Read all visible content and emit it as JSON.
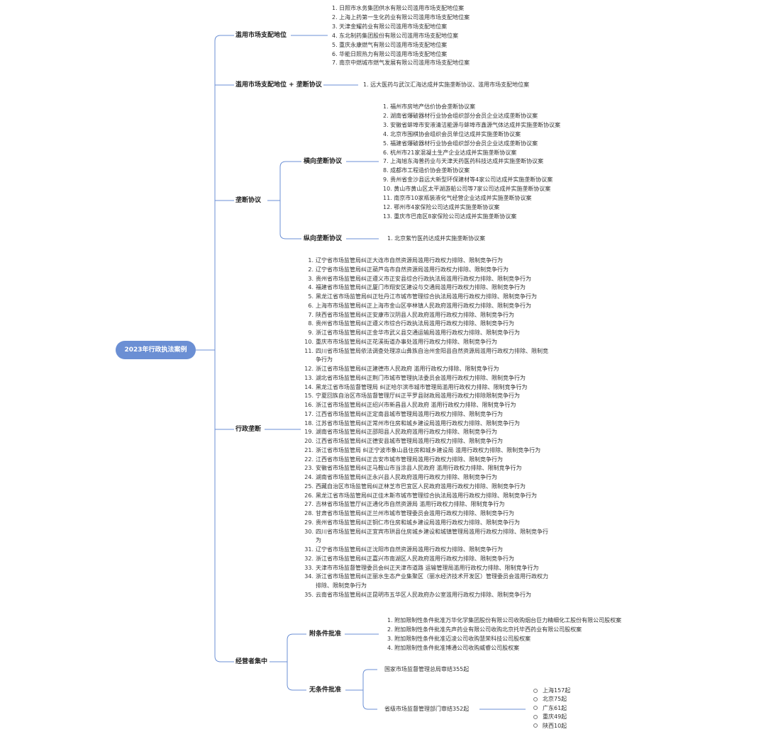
{
  "root": "2023年行政执法案例",
  "abuse": {
    "label": "滥用市场支配地位",
    "items": [
      "1. 日照市水务集团供水有限公司滥用市场支配地位案",
      "2. 上海上药第一生化药业有限公司滥用市场支配地位案",
      "3. 天津金耀药业有限公司滥用市场支配地位案",
      "4. 东北制药集团股份有限公司滥用市场支配地位案",
      "5. 重庆永康燃气有限公司滥用市场支配地位案",
      "6. 华能日照热力有限公司滥用市场支配地位案",
      "7. 南京中燃城市燃气发展有限公司滥用市场支配地位案"
    ]
  },
  "abuse_mono": {
    "label": "滥用市场支配地位 + 垄断协议",
    "items": [
      "1. 远大医药与武汉汇海达成并实施垄断协议、滥用市场支配地位案"
    ]
  },
  "mono": {
    "label": "垄断协议",
    "horizontal": {
      "label": "横向垄断协议",
      "items": [
        "1. 福州市房地产估价协会垄断协议案",
        "2. 湖南省爆破器材行业协会组织部分会员企业达成垄断协议案",
        "3. 安徽省蚌埠市安液清洁能源与蚌埠市鑫源气体达成并实施垄断协议案",
        "4. 北京市围棋协会组织会员单位达成并实施垄断协议案",
        "5. 福建省爆破器材行业协会组织部分会员企业达成垄断协议案",
        "6. 杭州市21家混凝土生产企业达成并实施垄断协议案",
        "7. 上海旭东海普药业与天津天药医药科技达成并实施垄断协议案",
        "8. 成都市工程造价协会垄断协议案",
        "9. 贵州省金沙县远大新型环保建材等4家公司达成并实施垄断协议案",
        "10. 黄山市黄山区太平湖游船公司等7家公司达成并实施垄断协议案",
        "11. 南京市10家瓶装液化气经营企业达成并实施垄断协议案",
        "12. 鄂州市4家保险公司达成并实施垄断协议案",
        "13. 重庆市巴南区8家保险公司达成并实施垄断协议案"
      ]
    },
    "vertical": {
      "label": "纵向垄断协议",
      "items": [
        "1. 北京紫竹医药达成并实施垄断协议案"
      ]
    }
  },
  "admin": {
    "label": "行政垄断",
    "items": [
      [
        "1.",
        "辽宁省市场监管局纠正大连市自然资源局滥用行政权力排除、限制竞争行为"
      ],
      [
        "2.",
        "辽宁省市场监管局纠正葫芦岛市自然资源局滥用行政权力排除、限制竞争行为"
      ],
      [
        "3.",
        "贵州省市场监管局纠正遵义市正安县综合行政执法局滥用行政权力排除、限制竞争行为"
      ],
      [
        "4.",
        "福建省市场监管局纠正厦门市翔安区建设与交通局滥用行政权力排除、限制竞争行为"
      ],
      [
        "5.",
        "黑龙江省市场监管局纠正牡丹江市城市管理综合执法局滥用行政权力排除、限制竞争行为"
      ],
      [
        "6.",
        "上海市市场监管局纠正上海市金山区亭林镇人民政府滥用行政权力排除、限制竞争行为"
      ],
      [
        "7.",
        "陕西省市场监管局纠正安康市汉阴县人民政府滥用行政权力排除、限制竞争行为"
      ],
      [
        "8.",
        "贵州省市场监管局纠正遵义市综合行政执法局滥用行政权力排除、限制竞争行为"
      ],
      [
        "9.",
        "浙江省市场监管局纠正金华市武义县交通运输局滥用行政权力排除、限制竞争行为"
      ],
      [
        "10.",
        "重庆市市场监管局纠正花溪街道办事处滥用行政权力排除、限制竞争行为"
      ],
      [
        "11.",
        "四川省市场监管局依法调查处理凉山彝族自治州金阳县自然资源局滥用行政权力排除、限制竞",
        "争行为"
      ],
      [
        "12.",
        "浙江省市场监管局纠正建德市人民政府 滥用行政权力排除、限制竞争行为"
      ],
      [
        "13.",
        "湖北省市场监管局纠正荆门市城市管理执法委员会滥用行政权力排除、限制竞争行为"
      ],
      [
        "14.",
        "黑龙江省市场监督管理局 纠正哈尔滨市城市管理局滥用行政权力排除、限制竞争行为"
      ],
      [
        "15.",
        "宁夏回族自治区市场监督管理厅纠正平罗县财政局滥用行政权力排除限制竞争行为"
      ],
      [
        "16.",
        "浙江省市场监管局纠正绍兴市新昌县人民政府 滥用行政权力排除、限制竞争行为"
      ],
      [
        "17.",
        "江西省市场监管局纠正定南县城市管理局滥用行政权力排除、限制竞争行为"
      ],
      [
        "18.",
        "江苏省市场监管局纠正常州市住房和城乡建设局滥用行政权力排除、限制竞争行为"
      ],
      [
        "19.",
        "湖南省市场监管局纠正邵阳县人民政府滥用行政权力排除、限制竞争行为"
      ],
      [
        "20.",
        "江西省市场监管局纠正德安县城市管理局滥用行政权力排除、限制竞争行为"
      ],
      [
        "21.",
        "浙江省市场监管局 纠正宁波市象山县住房和城乡建设局 滥用行政权力排除、限制竞争行为"
      ],
      [
        "22.",
        "江西省市场监管局纠正吉安市城市管理局滥用行政权力排除、限制竞争行为"
      ],
      [
        "23.",
        "安徽省市场监管局纠正马鞍山市当涂县人民政府 滥用行政权力排除、限制竞争行为"
      ],
      [
        "24.",
        "湖南省市场监管局纠正永兴县人民政府滥用行政权力排除、限制竞争行为"
      ],
      [
        "25.",
        "西藏自治区市场监管局纠正林芝市巴宜区人民政府滥用行政权力排除、限制竞争行为"
      ],
      [
        "26.",
        "黑龙江省市场监管局纠正佳木斯市城市管理综合执法局滥用行政权力排除、限制竞争行为"
      ],
      [
        "27.",
        "吉林省市场监管厅纠正通化市自然资源局 滥用行政权力排除、限制竞争行为"
      ],
      [
        "28.",
        "甘肃省市场监管局纠正兰州市城市管理委员会滥用行政权力排除、限制竞争行为"
      ],
      [
        "29.",
        "贵州省市场监管局纠正铜仁市住房和城乡建设局滥用行政权力排除、限制竞争行为"
      ],
      [
        "30.",
        "四川省市场监管局纠正宜宾市珙县住房城乡建设和城镇管理局滥用行政权力排除、限制竞争行",
        "为"
      ],
      [
        "31.",
        "辽宁省市场监管局纠正沈阳市自然资源局滥用行政权力排除、限制竞争行为"
      ],
      [
        "32.",
        "浙江省市场监管局纠正嘉兴市南湖区人民政府滥用行政权力排除、限制竞争行为"
      ],
      [
        "33.",
        "天津市市场监督管理委员会纠正天津市道路 运输管理局滥用行政权力排除、限制竞争行为"
      ],
      [
        "34.",
        "浙江省市场监管局纠正丽水生态产业集聚区（丽水经济技术开发区）管理委员会滥用行政权力",
        "排除、限制竞争行为"
      ],
      [
        "35.",
        "云南省市场监管局纠正昆明市五华区人民政府办公室滥用行政权力排除、限制竞争行为"
      ]
    ]
  },
  "merger": {
    "label": "经营者集中",
    "conditional": {
      "label": "附条件批准",
      "items": [
        "1. 附加限制性条件批准万华化学集团股份有限公司收购烟台巨力精细化工股份有限公司股权案",
        "2. 附加限制性条件批准先声药业有限公司收购北京托毕西药业有限公司股权案",
        "3. 附加限制性条件批准迈凌公司收购慧荣科技公司股权案",
        "4. 附加限制性条件批准博通公司收购威睿公司股权案"
      ]
    },
    "unconditional": {
      "label": "无条件批准",
      "national": "国家市场监督管理总局审结355起",
      "provincial": "省级市场监督管理部门审结352起",
      "provinces": [
        "上海157起",
        "北京75起",
        "广东61起",
        "重庆49起",
        "陕西10起"
      ]
    }
  }
}
